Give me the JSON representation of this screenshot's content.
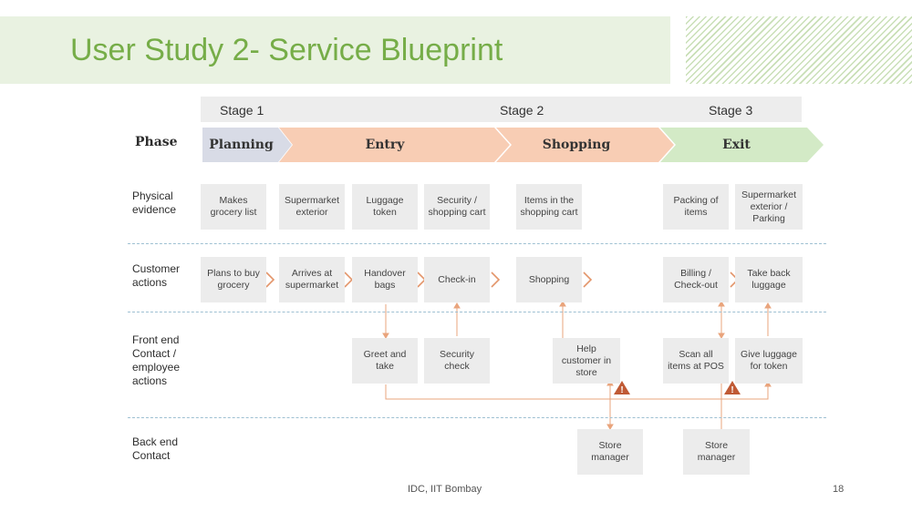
{
  "title": "User Study 2- Service Blueprint",
  "stages": [
    "Stage 1",
    "Stage 2",
    "Stage 3"
  ],
  "phase_label": "Phase",
  "phases": [
    {
      "label": "Planning",
      "color": "#d8dbe6"
    },
    {
      "label": "Entry",
      "color": "#f8cdb4"
    },
    {
      "label": "Shopping",
      "color": "#f8cdb4"
    },
    {
      "label": "Exit",
      "color": "#d3eac6"
    }
  ],
  "rows": {
    "physical": "Physical evidence",
    "customer": "Customer actions",
    "frontend": "Front end Contact / employee actions",
    "backend": "Back end Contact"
  },
  "physical_evidence": [
    "Makes grocery list",
    "Supermarket exterior",
    "Luggage token",
    "Security / shopping cart",
    "Items in the shopping cart",
    "Packing of items",
    "Supermarket exterior / Parking"
  ],
  "customer_actions": [
    "Plans to buy grocery",
    "Arrives at supermarket",
    "Handover bags",
    "Check-in",
    "Shopping",
    "Billing / Check-out",
    "Take back luggage"
  ],
  "frontend_actions": [
    "Greet and take",
    "Security check",
    "Help customer in store",
    "Scan all items at POS",
    "Give luggage for token"
  ],
  "backend_actions": [
    "Store manager",
    "Store manager"
  ],
  "warning_mark": "!",
  "colors": {
    "title": "#76ad48",
    "arrow": "#e3956a",
    "warning": "#c05a35",
    "connector": "#e9a47c"
  },
  "footer": "IDC, IIT Bombay",
  "page_number": "18"
}
